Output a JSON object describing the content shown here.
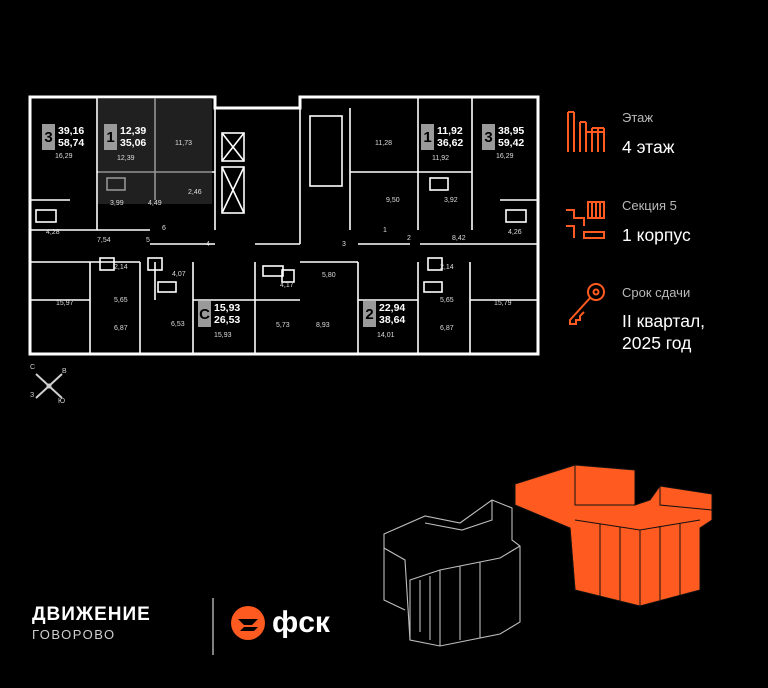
{
  "apartments": [
    {
      "rooms": "3",
      "area_total": "39,16",
      "area_living": "58,74"
    },
    {
      "rooms": "1",
      "area_total": "12,39",
      "area_living": "35,06"
    },
    {
      "rooms": "1",
      "area_total": "11,92",
      "area_living": "36,62"
    },
    {
      "rooms": "3",
      "area_total": "38,95",
      "area_living": "59,42"
    },
    {
      "rooms": "С",
      "area_total": "15,93",
      "area_living": "26,53"
    },
    {
      "rooms": "2",
      "area_total": "22,94",
      "area_living": "38,64"
    }
  ],
  "room_areas": [
    "16,29",
    "12,39",
    "11,73",
    "11,28",
    "11,92",
    "16,29",
    "3,99",
    "4,49",
    "2,46",
    "9,50",
    "3,92",
    "4,28",
    "7,54",
    "5",
    "6",
    "4",
    "1",
    "2",
    "3",
    "8,42",
    "4,26",
    "2,14",
    "4,07",
    "4,17",
    "5,80",
    "2,14",
    "15,97",
    "5,65",
    "6,87",
    "6,53",
    "15,93",
    "5,73",
    "8,93",
    "14,01",
    "5,65",
    "6,87",
    "15,79"
  ],
  "compass": {
    "n": "С",
    "e": "В",
    "s": "Ю",
    "w": "З"
  },
  "info": {
    "floor_label": "Этаж",
    "floor_value": "4 этаж",
    "section_label": "Секция 5",
    "section_value": "1 корпус",
    "deadline_label": "Срок сдачи",
    "deadline_value_1": "II квартал,",
    "deadline_value_2": "2025 год"
  },
  "icons": {
    "floor": "floor-plan-icon",
    "section": "stairs-section-icon",
    "deadline": "key-icon"
  },
  "colors": {
    "accent": "#ff5a1f",
    "background": "#000000",
    "badge": "#9a9a9a"
  },
  "brand": {
    "name": "ДВИЖЕНИЕ",
    "location": "ГОВОРОВО",
    "developer": "фск"
  }
}
